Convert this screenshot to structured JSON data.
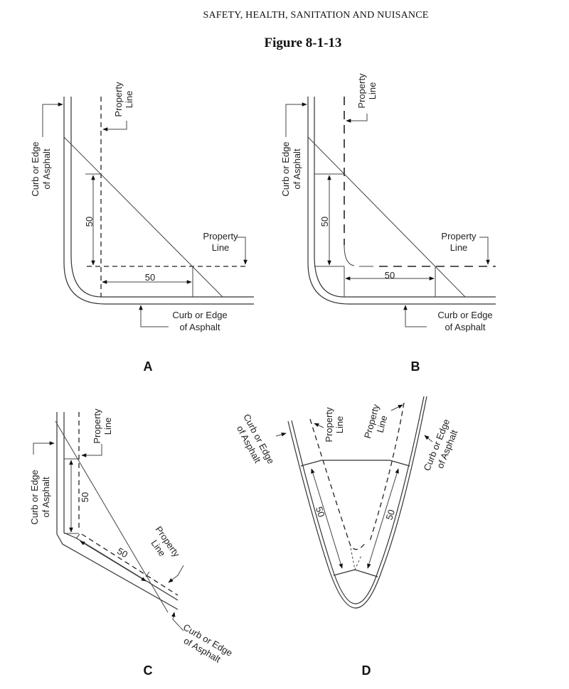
{
  "header": {
    "section_title": "SAFETY, HEALTH, SANITATION AND NUISANCE",
    "figure_title": "Figure 8-1-13"
  },
  "labels": {
    "curb_line1": "Curb or Edge",
    "curb_line2": "of Asphalt",
    "property_line1": "Property",
    "property_line2": "Line",
    "dimension": "50"
  },
  "panels": [
    {
      "id": "A",
      "label": "A"
    },
    {
      "id": "B",
      "label": "B"
    },
    {
      "id": "C",
      "label": "C"
    },
    {
      "id": "D",
      "label": "D"
    }
  ],
  "colors": {
    "line": "#333333",
    "text": "#222222",
    "background": "#ffffff"
  }
}
